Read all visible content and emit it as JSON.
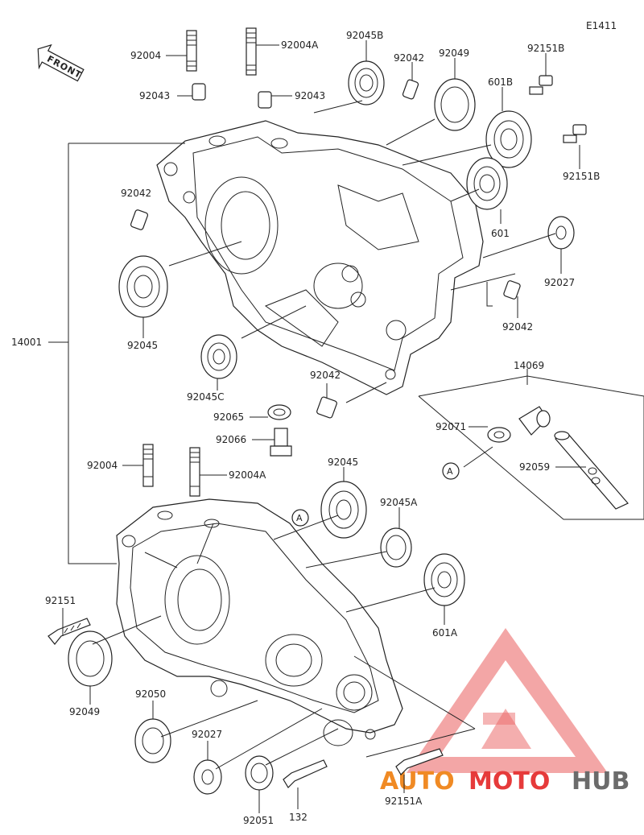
{
  "diagram": {
    "code": "E1411",
    "front_label": "FRONT",
    "watermark": {
      "brand_part1": "AUTO",
      "brand_part2": "MOTO",
      "brand_part3": "HUB",
      "color_red": "#e63a3a",
      "color_orange": "#f08a24",
      "color_gray": "#6b6b6b"
    },
    "labels": {
      "l01": "92004",
      "l02": "92004A",
      "l03": "92045B",
      "l04": "92042",
      "l05": "92049",
      "l06": "92151B",
      "l07": "92043",
      "l08": "92043",
      "l09": "601B",
      "l10": "92151B",
      "l11": "92042",
      "l12": "601",
      "l13": "14001",
      "l14": "92045",
      "l15": "92027",
      "l16": "92042",
      "l17": "92045C",
      "l18": "92042",
      "l19": "14069",
      "l20": "92065",
      "l21": "92071",
      "l22": "92066",
      "l23": "92059",
      "l24": "92004",
      "l25": "92004A",
      "l26": "92045",
      "l27": "92045A",
      "l28": "92151",
      "l29": "601A",
      "l30": "92049",
      "l31": "92050",
      "l32": "92027",
      "l33": "92051",
      "l34": "132",
      "l35": "92151A"
    },
    "callouts": {
      "a1": "A",
      "a2": "A"
    }
  }
}
